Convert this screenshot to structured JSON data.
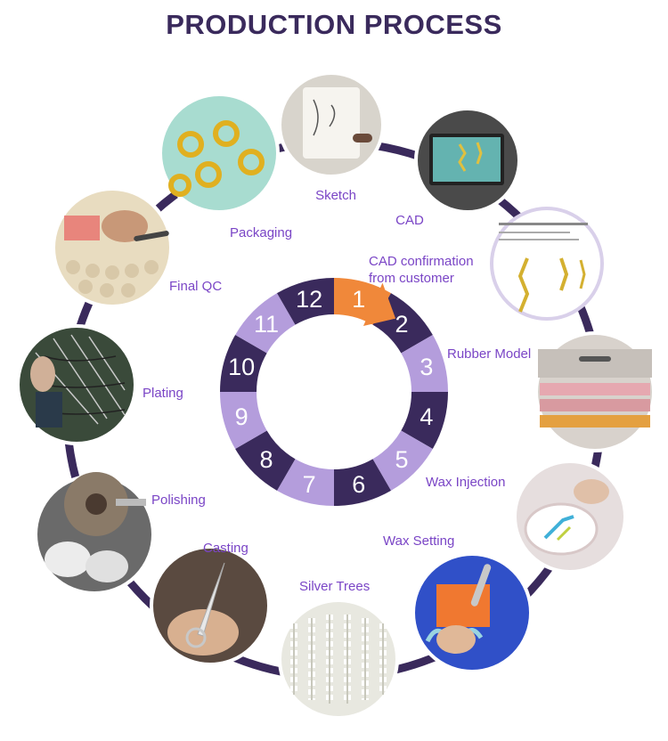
{
  "title": "PRODUCTION PROCESS",
  "colors": {
    "ring": "#3a2a5c",
    "segment_dark": "#3a2a5c",
    "segment_light": "#b49ddc",
    "segment_active": "#f0883a",
    "label": "#7a45c6",
    "photo_border": "#ffffff"
  },
  "numbers": [
    "1",
    "2",
    "3",
    "4",
    "5",
    "6",
    "7",
    "8",
    "9",
    "10",
    "11",
    "12"
  ],
  "steps": [
    {
      "label": "Sketch",
      "icon": "sketch-photo"
    },
    {
      "label": "CAD",
      "icon": "cad-photo"
    },
    {
      "label": "CAD confirmation",
      "label2": "from customer",
      "icon": "cad-confirmation-photo"
    },
    {
      "label": "Rubber Model",
      "icon": "rubber-model-photo"
    },
    {
      "label": "Wax Injection",
      "icon": "wax-injection-photo"
    },
    {
      "label": "Wax Setting",
      "icon": "wax-setting-photo"
    },
    {
      "label": "Silver Trees",
      "icon": "silver-trees-photo"
    },
    {
      "label": "Casting",
      "icon": "casting-photo"
    },
    {
      "label": "Polishing",
      "icon": "polishing-photo"
    },
    {
      "label": "Plating",
      "icon": "plating-photo"
    },
    {
      "label": "Final QC",
      "icon": "final-qc-photo"
    },
    {
      "label": "Packaging",
      "icon": "packaging-photo"
    }
  ]
}
